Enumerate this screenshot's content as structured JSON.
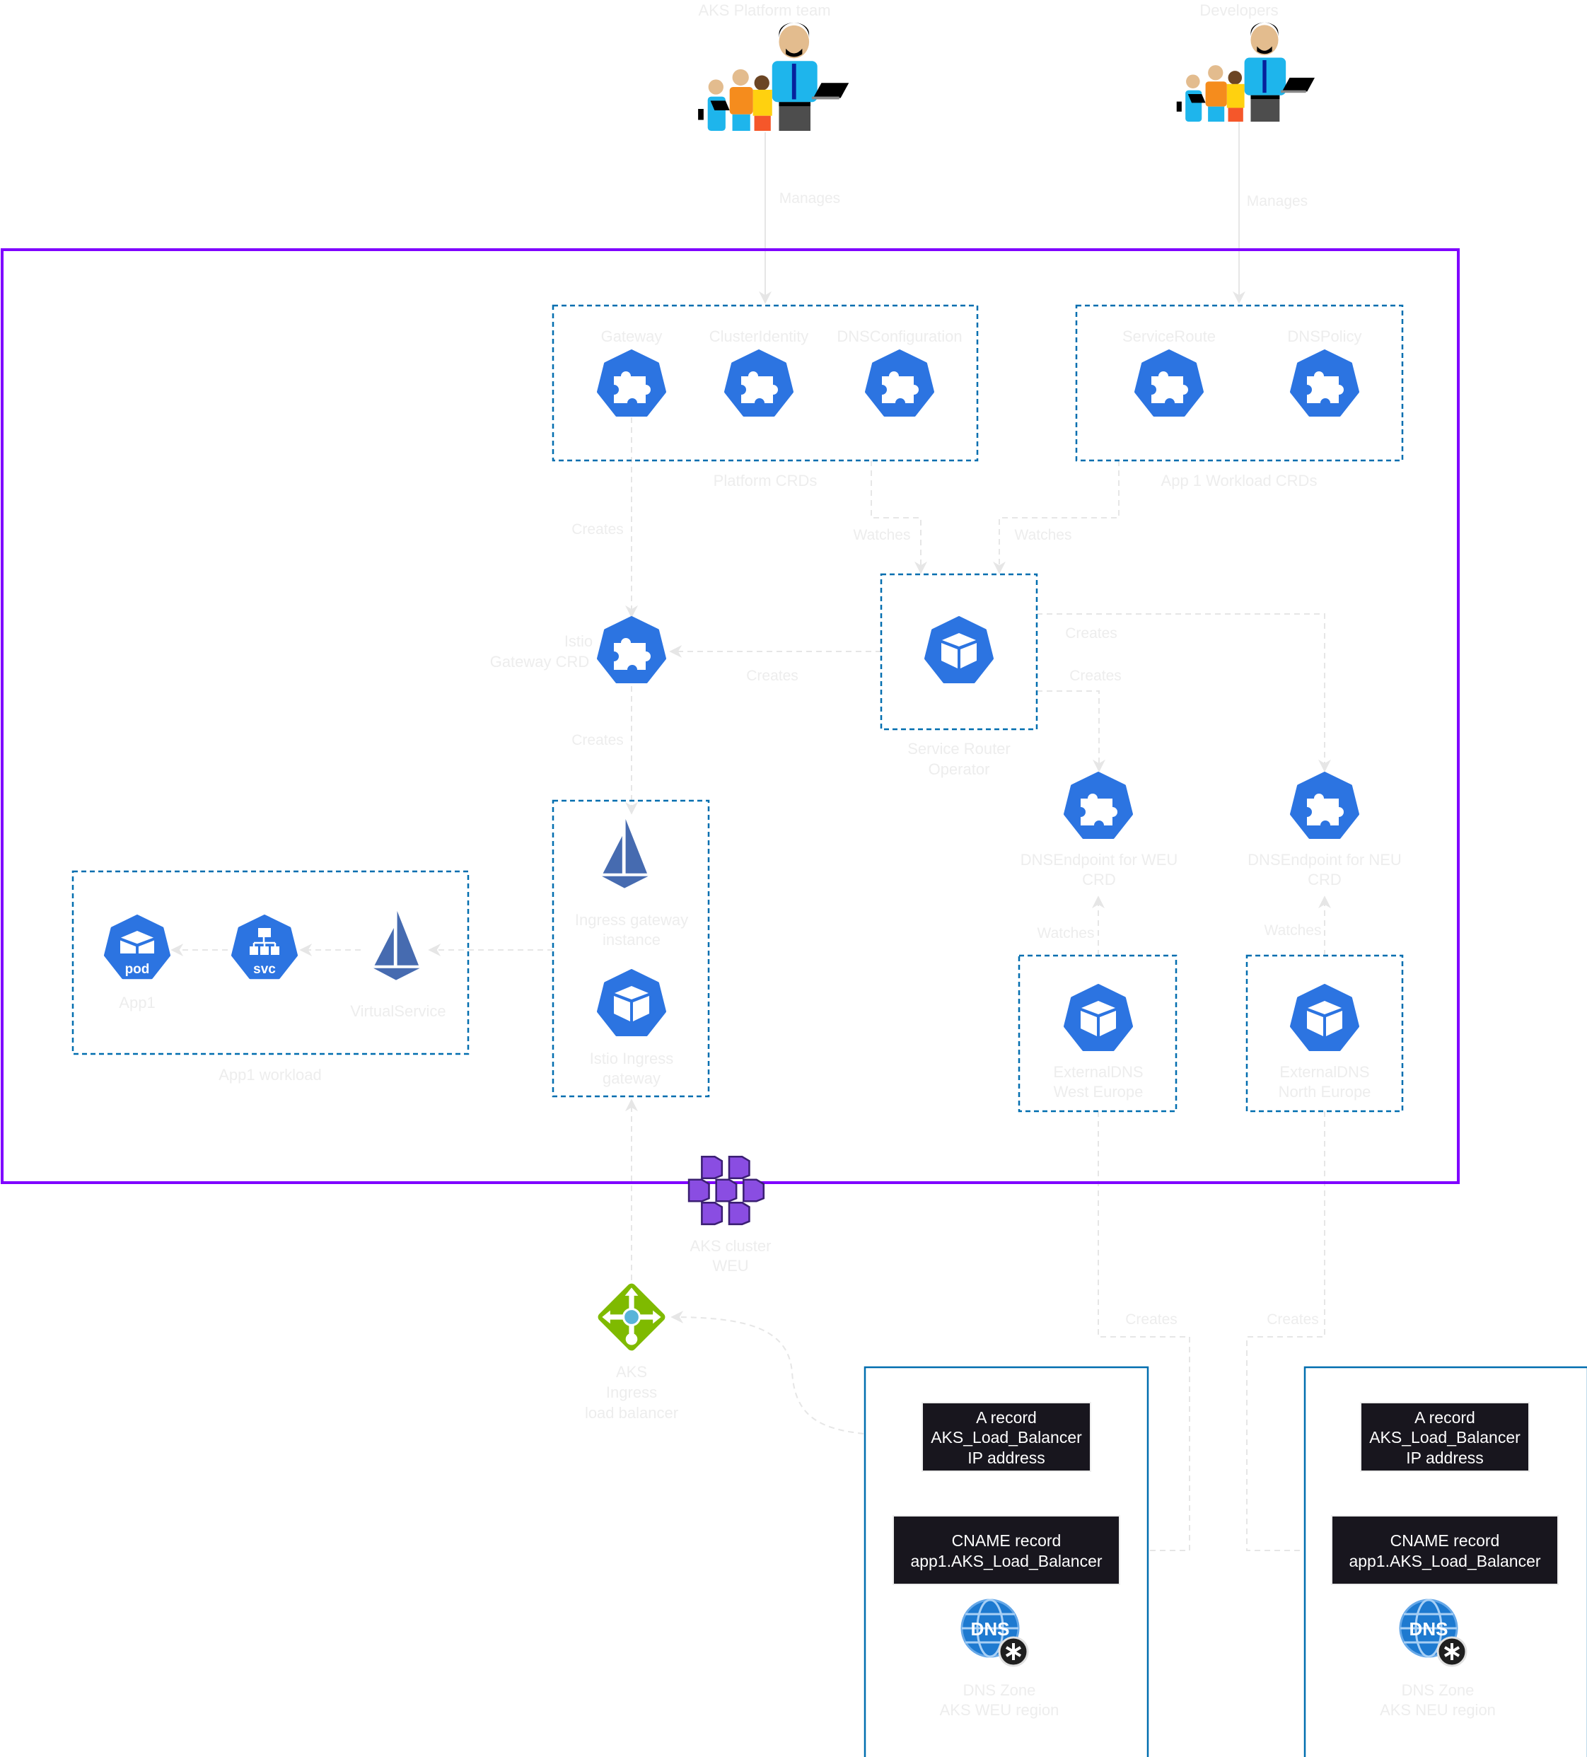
{
  "actors": [
    {
      "id": "platform",
      "label": "AKS Platform team",
      "icon": "people-group-icon"
    },
    {
      "id": "developers",
      "label": "Developers",
      "icon": "people-group-icon"
    }
  ],
  "cluster": {
    "label_line1": "AKS cluster",
    "label_line2": "WEU",
    "border_color": "#7F00FF",
    "icon": "aks-cluster-icon"
  },
  "groups": {
    "platform_crds": {
      "label": "Platform CRDs",
      "items": [
        "Gateway",
        "ClusterIdentity",
        "DNSConfiguration"
      ]
    },
    "app1_crds": {
      "label": "App 1 Workload CRDs",
      "items": [
        "ServiceRoute",
        "DNSPolicy"
      ]
    },
    "app1_workload": {
      "label": "App1 workload",
      "pod_label": "App1",
      "pod_badge": "pod",
      "svc_badge": "svc",
      "virtualservice_label": "VirtualService"
    },
    "ingress": {
      "instance_line1": "Ingress gateway",
      "instance_line2": "instance",
      "gateway_line1": "Istio Ingress",
      "gateway_line2": "gateway"
    }
  },
  "nodes": {
    "istio_gateway_crd": {
      "line1": "Istio",
      "line2": "Gateway CRD"
    },
    "service_router": {
      "line1": "Service Router",
      "line2": "Operator"
    },
    "dnsendpoint_weu": {
      "line1": "DNSEndpoint for WEU",
      "line2": "CRD"
    },
    "dnsendpoint_neu": {
      "line1": "DNSEndpoint for NEU",
      "line2": "CRD"
    },
    "externaldns_weu": {
      "line1": "ExternalDNS",
      "line2": "West Europe"
    },
    "externaldns_neu": {
      "line1": "ExternalDNS",
      "line2": "North Europe"
    },
    "load_balancer": {
      "line1": "AKS",
      "line2": "Ingress",
      "line3": "load balancer"
    }
  },
  "edges": {
    "manages": "Manages",
    "creates": "Creates",
    "watches": "Watches"
  },
  "dns_zones": [
    {
      "line1": "DNS Zone",
      "line2": "AKS WEU region",
      "a_record": [
        "A record",
        "AKS_Load_Balancer",
        "IP address"
      ],
      "cname_record": [
        "CNAME record",
        "app1.AKS_Load_Balancer"
      ]
    },
    {
      "line1": "DNS Zone",
      "line2": "AKS NEU region",
      "a_record": [
        "A record",
        "AKS_Load_Balancer",
        "IP address"
      ],
      "cname_record": [
        "CNAME record",
        "app1.AKS_Load_Balancer"
      ]
    }
  ],
  "colors": {
    "k8s_blue": "#2C74E1",
    "group_border": "#006EAF",
    "record_bg": "#18161E",
    "istio": "#466BB0",
    "lb_green": "#7FBA00"
  }
}
